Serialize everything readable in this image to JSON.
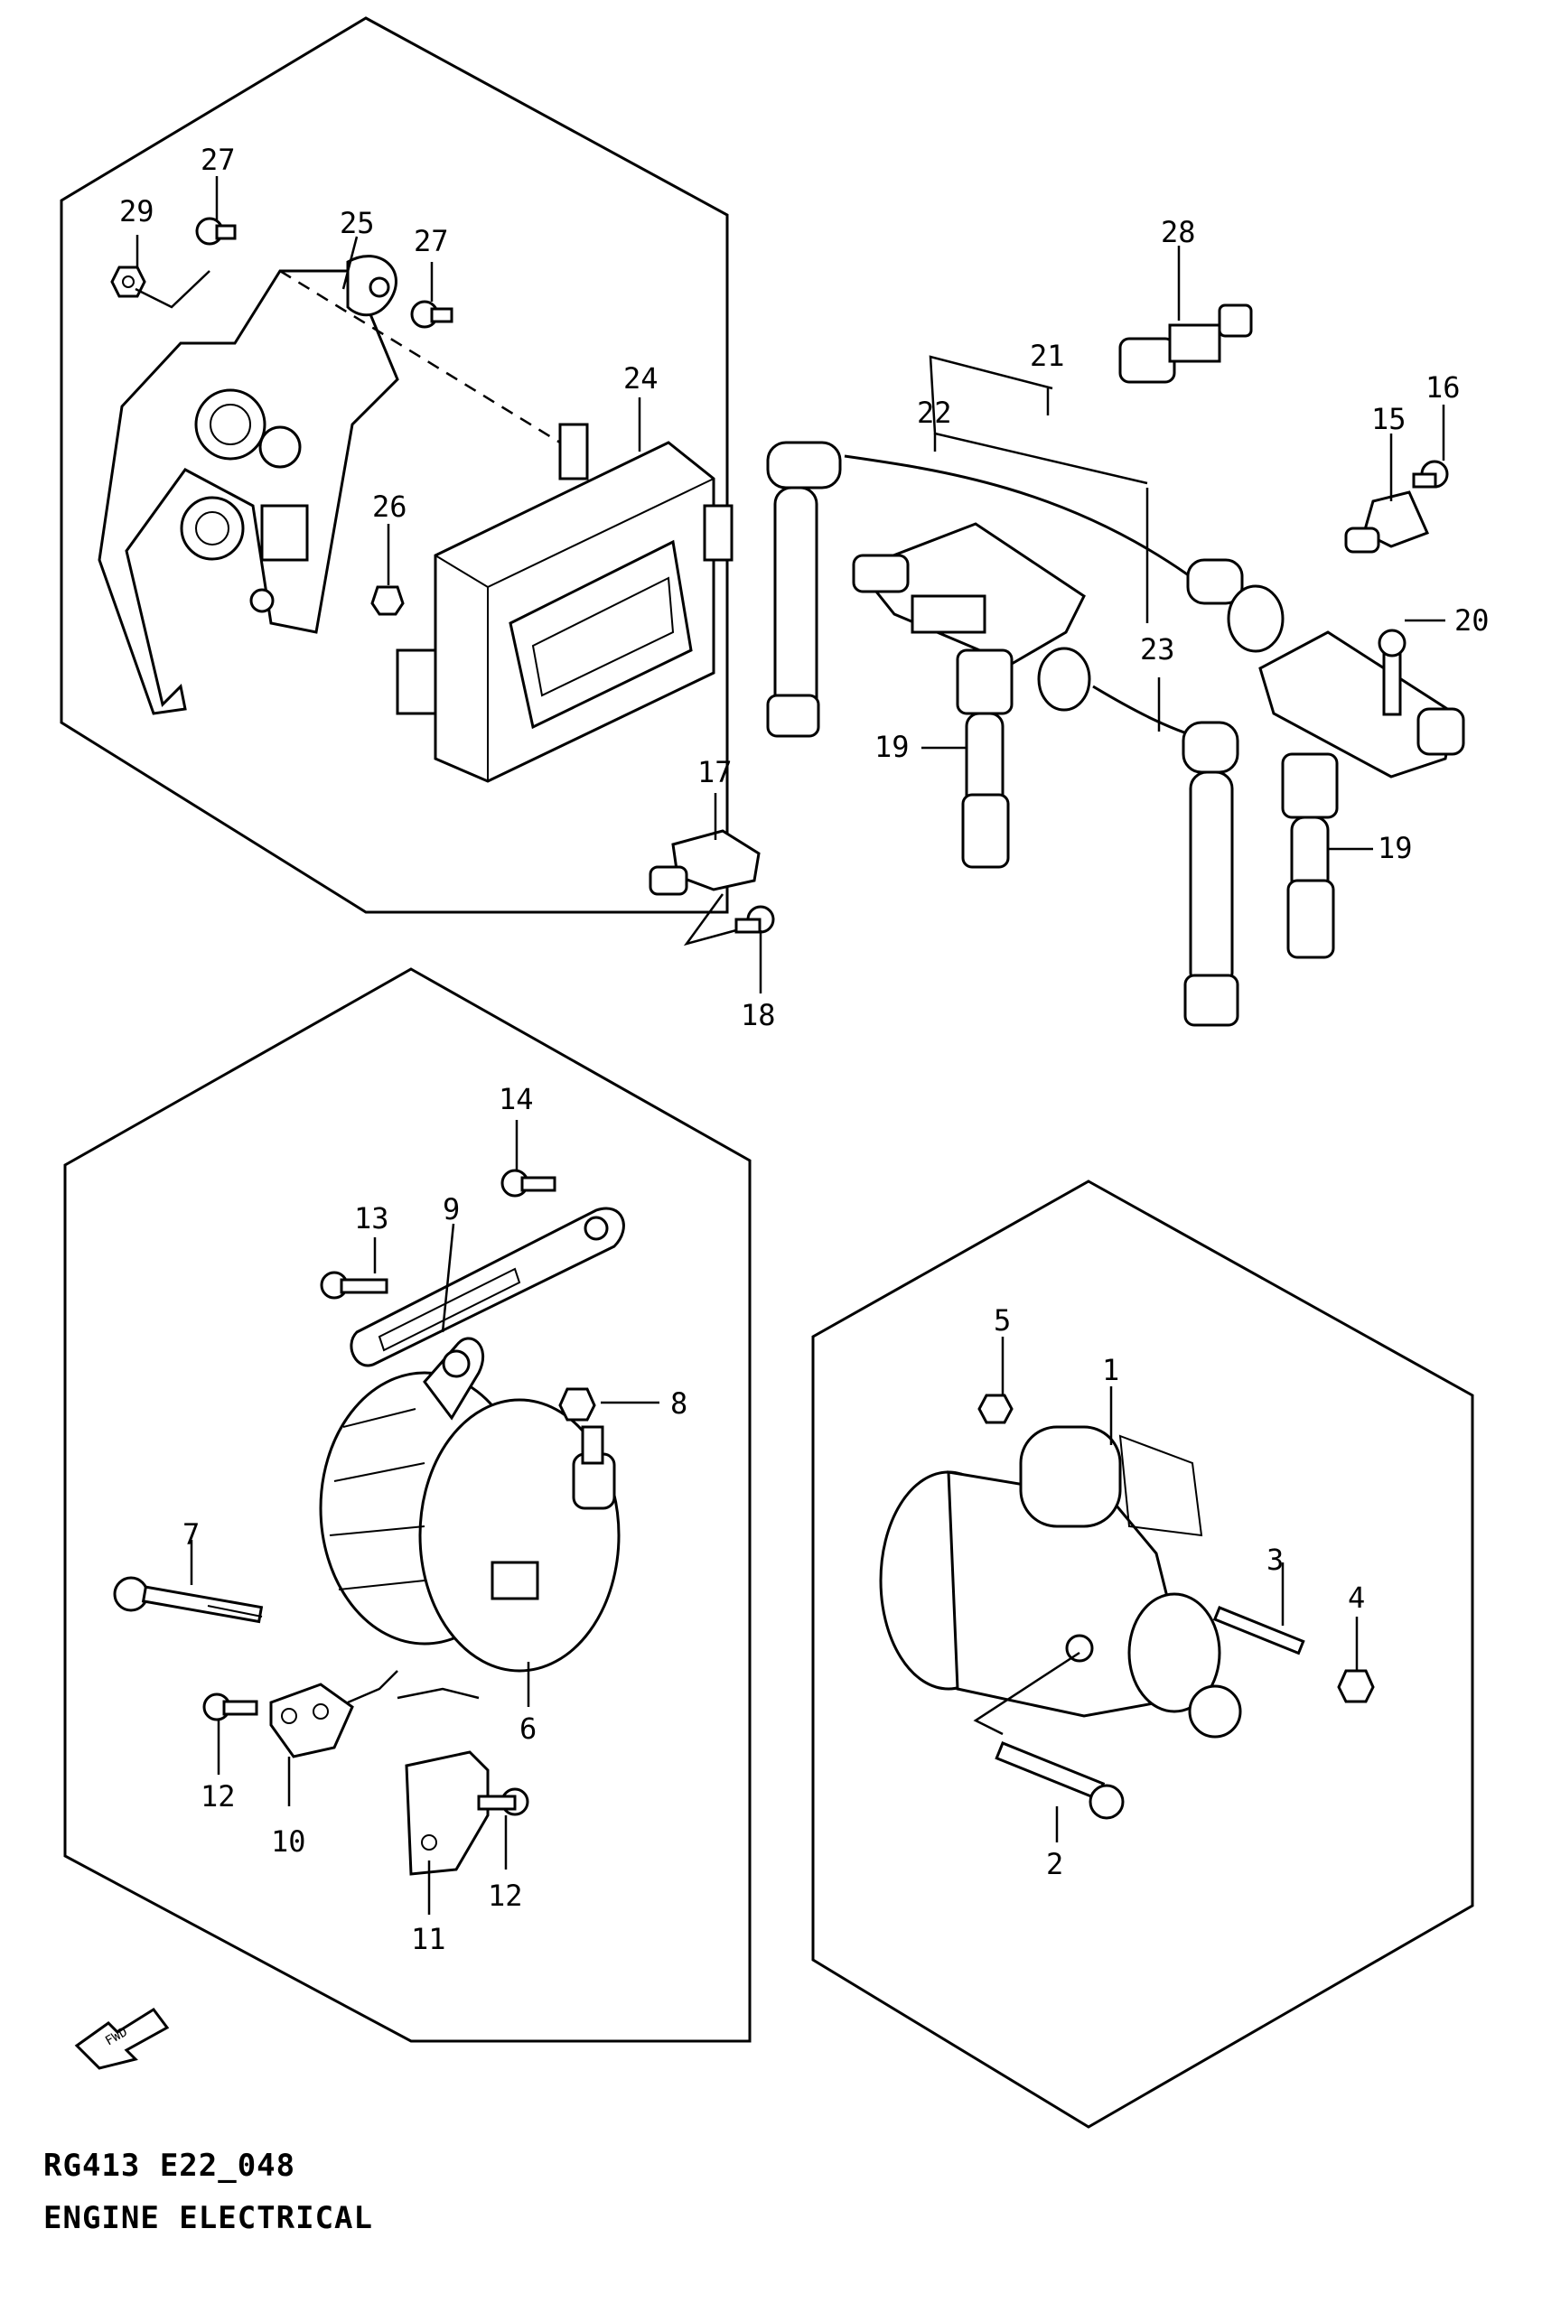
{
  "diagram": {
    "caption": {
      "code": "RG413 E22_048",
      "title": "ENGINE ELECTRICAL"
    },
    "front_arrow_label": "FWD",
    "callouts": {
      "c1": "1",
      "c2": "2",
      "c3": "3",
      "c4": "4",
      "c5": "5",
      "c6": "6",
      "c7": "7",
      "c8": "8",
      "c9": "9",
      "c10": "10",
      "c11": "11",
      "c12a": "12",
      "c12b": "12",
      "c13": "13",
      "c14": "14",
      "c15": "15",
      "c16": "16",
      "c17": "17",
      "c18": "18",
      "c19a": "19",
      "c19b": "19",
      "c20": "20",
      "c21": "21",
      "c22": "22",
      "c23": "23",
      "c24": "24",
      "c25": "25",
      "c26": "26",
      "c27a": "27",
      "c27b": "27",
      "c28": "28",
      "c29": "29"
    }
  }
}
